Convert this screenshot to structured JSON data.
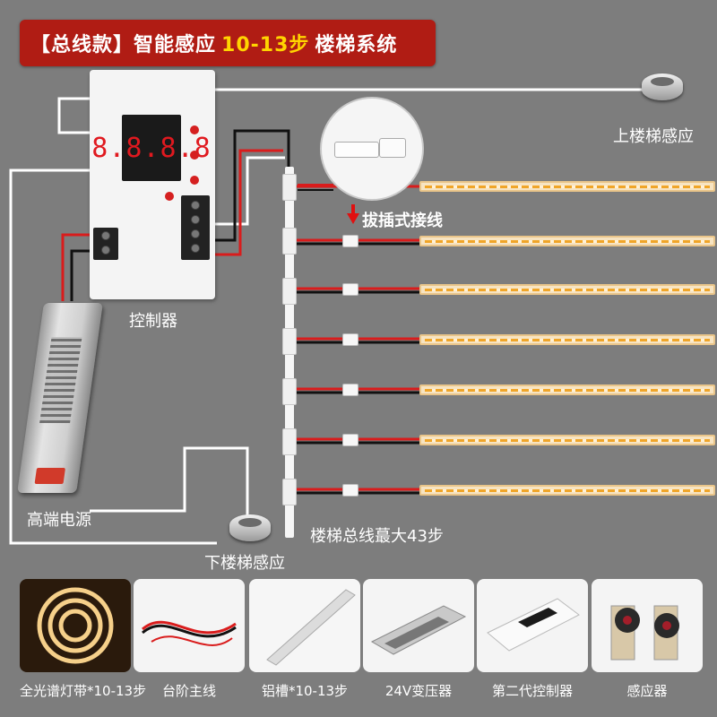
{
  "title": {
    "part1": "【总线款】智能感应",
    "part2": "10-13步",
    "part3": "楼梯系统"
  },
  "labels": {
    "controller": "控制器",
    "power_supply": "高端电源",
    "upper_sensor": "上楼梯感应",
    "lower_sensor": "下楼梯感应",
    "plug_connector": "拔插式接线",
    "bus_max": "楼梯总线蕞大43步"
  },
  "controller_display": "8.8.8.8",
  "products": [
    {
      "caption": "全光谱灯带*10-13步",
      "icon": "led-strip-reel-icon"
    },
    {
      "caption": "台阶主线",
      "icon": "cable-icon"
    },
    {
      "caption": "铝槽*10-13步",
      "icon": "aluminum-channel-icon"
    },
    {
      "caption": "24V变压器",
      "icon": "transformer-icon"
    },
    {
      "caption": "第二代控制器",
      "icon": "controller-icon"
    },
    {
      "caption": "感应器",
      "icon": "sensor-icon"
    }
  ],
  "colors": {
    "background": "#7d7d7d",
    "banner": "#b01c14",
    "highlight": "#ffd400",
    "wire_red": "#d91c1c",
    "wire_black": "#111111",
    "led": "#f0a528"
  }
}
